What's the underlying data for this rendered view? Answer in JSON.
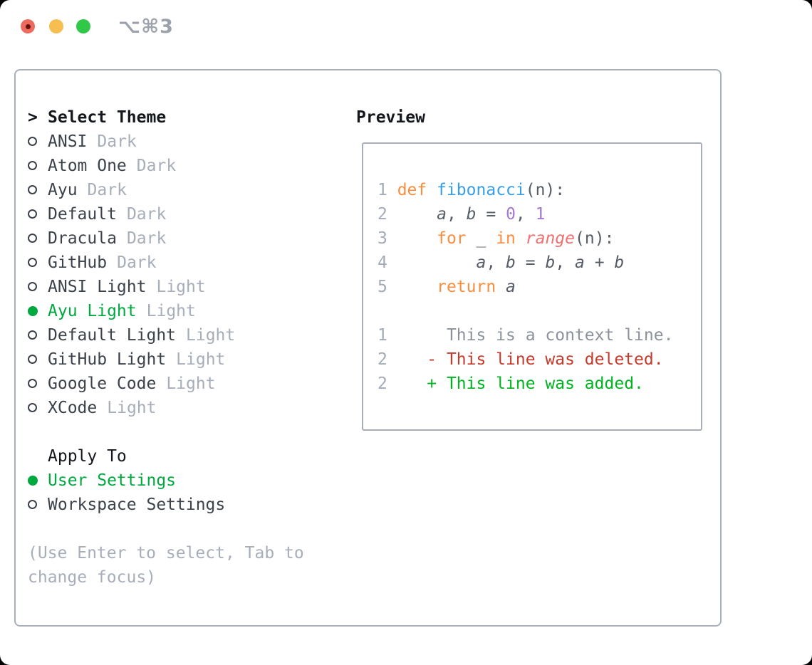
{
  "titlebar": {
    "shortcut_label": "⌥⌘3",
    "buttons": [
      "close",
      "minimize",
      "zoom"
    ]
  },
  "colors": {
    "ui_green": "#00a93f",
    "diff_added": "#00b41f",
    "diff_deleted": "#c43a2b",
    "keyword_orange": "#fa8d3e",
    "function_blue": "#399ee6",
    "number_purple": "#a37acc",
    "call_red": "#f07171",
    "muted_gray": "#a7aeb9",
    "traffic_red": "#ee6a5e",
    "traffic_yellow": "#f6be50",
    "traffic_green": "#31c748"
  },
  "theme_list": {
    "prompt": ">",
    "title": "Select Theme",
    "items": [
      {
        "name": "ANSI",
        "variant": "Dark",
        "selected": false
      },
      {
        "name": "Atom One",
        "variant": "Dark",
        "selected": false
      },
      {
        "name": "Ayu",
        "variant": "Dark",
        "selected": false
      },
      {
        "name": "Default",
        "variant": "Dark",
        "selected": false
      },
      {
        "name": "Dracula",
        "variant": "Dark",
        "selected": false
      },
      {
        "name": "GitHub",
        "variant": "Dark",
        "selected": false
      },
      {
        "name": "ANSI Light",
        "variant": "Light",
        "selected": false
      },
      {
        "name": "Ayu Light",
        "variant": "Light",
        "selected": true
      },
      {
        "name": "Default Light",
        "variant": "Light",
        "selected": false
      },
      {
        "name": "GitHub Light",
        "variant": "Light",
        "selected": false
      },
      {
        "name": "Google Code",
        "variant": "Light",
        "selected": false
      },
      {
        "name": "XCode",
        "variant": "Light",
        "selected": false
      }
    ]
  },
  "apply_to": {
    "title": "Apply To",
    "options": [
      {
        "label": "User Settings",
        "selected": true
      },
      {
        "label": "Workspace Settings",
        "selected": false
      }
    ]
  },
  "help": {
    "line1": "(Use Enter to select, Tab to",
    "line2": "change focus)"
  },
  "preview": {
    "title": "Preview",
    "lines": [
      {
        "segs": [
          {
            "t": "1 ",
            "c": "num"
          },
          {
            "t": "def",
            "c": "kw"
          },
          {
            "t": " ",
            "c": "pl"
          },
          {
            "t": "fibonacci",
            "c": "fn"
          },
          {
            "t": "(n):",
            "c": "pl"
          }
        ]
      },
      {
        "segs": [
          {
            "t": "2 ",
            "c": "num"
          },
          {
            "t": "    ",
            "c": "pl"
          },
          {
            "t": "a",
            "c": "var"
          },
          {
            "t": ", ",
            "c": "pl"
          },
          {
            "t": "b",
            "c": "var"
          },
          {
            "t": " = ",
            "c": "pl"
          },
          {
            "t": "0",
            "c": "cn"
          },
          {
            "t": ", ",
            "c": "pl"
          },
          {
            "t": "1",
            "c": "cn"
          }
        ]
      },
      {
        "segs": [
          {
            "t": "3 ",
            "c": "num"
          },
          {
            "t": "    ",
            "c": "pl"
          },
          {
            "t": "for",
            "c": "kw"
          },
          {
            "t": " _ ",
            "c": "pl"
          },
          {
            "t": "in",
            "c": "kw"
          },
          {
            "t": " ",
            "c": "pl"
          },
          {
            "t": "range",
            "c": "call"
          },
          {
            "t": "(n):",
            "c": "pl"
          }
        ]
      },
      {
        "segs": [
          {
            "t": "4 ",
            "c": "num"
          },
          {
            "t": "        ",
            "c": "pl"
          },
          {
            "t": "a",
            "c": "var"
          },
          {
            "t": ", ",
            "c": "pl"
          },
          {
            "t": "b",
            "c": "var"
          },
          {
            "t": " = ",
            "c": "pl"
          },
          {
            "t": "b",
            "c": "var"
          },
          {
            "t": ", ",
            "c": "pl"
          },
          {
            "t": "a",
            "c": "var"
          },
          {
            "t": " + ",
            "c": "pl"
          },
          {
            "t": "b",
            "c": "var"
          }
        ]
      },
      {
        "segs": [
          {
            "t": "5 ",
            "c": "num"
          },
          {
            "t": "    ",
            "c": "pl"
          },
          {
            "t": "return",
            "c": "kw"
          },
          {
            "t": " ",
            "c": "pl"
          },
          {
            "t": "a",
            "c": "var"
          }
        ]
      },
      {
        "segs": []
      },
      {
        "segs": [
          {
            "t": "1 ",
            "c": "num"
          },
          {
            "t": "     This is a context line.",
            "c": "ctx"
          }
        ]
      },
      {
        "segs": [
          {
            "t": "2 ",
            "c": "num"
          },
          {
            "t": "   - This line was deleted.",
            "c": "del"
          }
        ]
      },
      {
        "segs": [
          {
            "t": "2 ",
            "c": "num"
          },
          {
            "t": "   + This line was added.",
            "c": "add"
          }
        ]
      }
    ]
  }
}
